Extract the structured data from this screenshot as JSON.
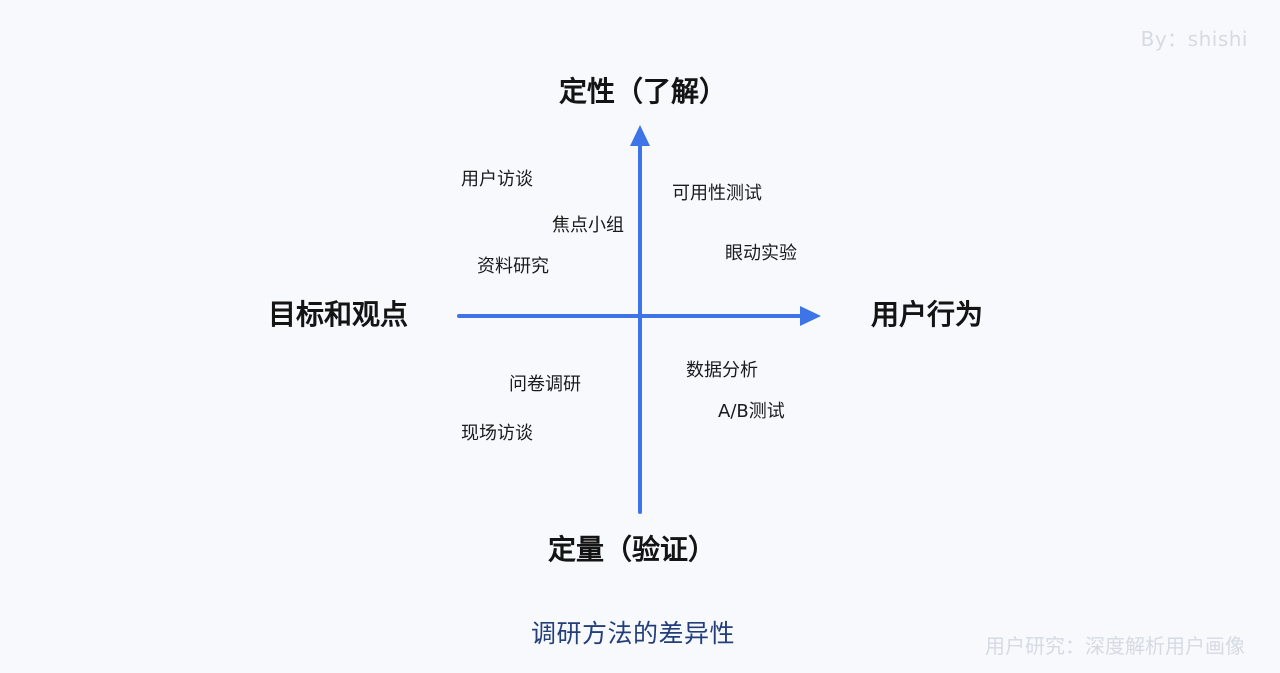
{
  "watermark": {
    "author": "By：shishi",
    "series": "用户研究：深度解析用户画像"
  },
  "diagram": {
    "axis_labels": {
      "top": "定性（了解）",
      "bottom": "定量（验证）",
      "left": "目标和观点",
      "right": "用户行为"
    },
    "methods": {
      "q2_1": "用户访谈",
      "q2_2": "焦点小组",
      "q2_3": "资料研究",
      "q1_1": "可用性测试",
      "q1_2": "眼动实验",
      "q3_1": "问卷调研",
      "q3_2": "现场访谈",
      "q4_1": "数据分析",
      "q4_2": "A/B测试"
    },
    "caption": "调研方法的差异性",
    "axis_color": "#3d74e8"
  }
}
